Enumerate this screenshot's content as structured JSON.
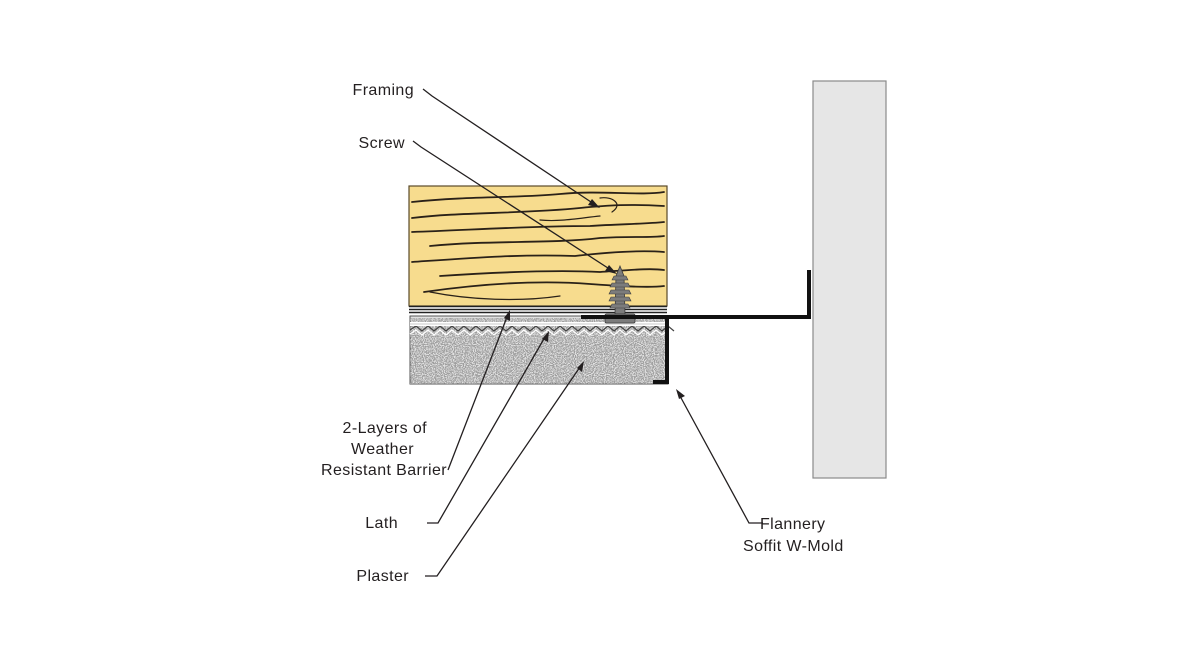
{
  "labels": {
    "framing": "Framing",
    "screw": "Screw",
    "barrier_line1": "2-Layers of",
    "barrier_line2": "Weather",
    "barrier_line3": "Resistant Barrier",
    "lath": "Lath",
    "plaster": "Plaster",
    "mold_line1": "Flannery",
    "mold_line2": "Soffit W-Mold"
  },
  "colors": {
    "wood": "#f7dc8e",
    "wood_grain": "#2a2118",
    "plaster": "#e1e1e1",
    "wall": "#e6e6e6",
    "wall_outline": "#8a8a8a",
    "screw": "#7c7c7c",
    "mold": "#111111",
    "text": "#231f20"
  }
}
